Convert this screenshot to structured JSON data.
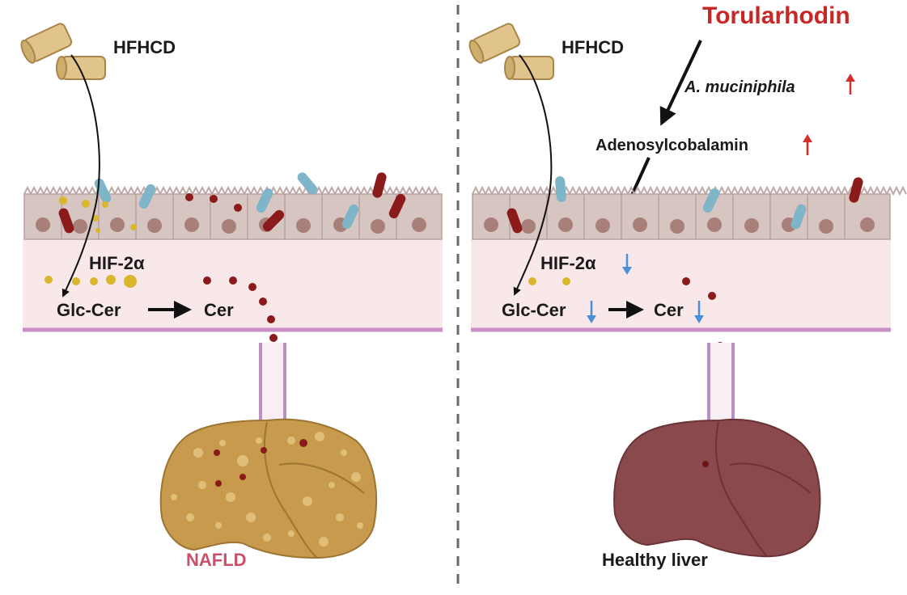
{
  "left_panel": {
    "diet_label": "HFHCD",
    "hif_label": "HIF-2α",
    "glc_cer_label": "Glc-Cer",
    "cer_label": "Cer",
    "outcome_label": "NAFLD"
  },
  "right_panel": {
    "treatment_label": "Torularhodin",
    "diet_label": "HFHCD",
    "bacteria_label": "A. muciniphila",
    "metabolite_label": "Adenosylcobalamin",
    "hif_label": "HIF-2α",
    "glc_cer_label": "Glc-Cer",
    "cer_label": "Cer",
    "outcome_label": "Healthy liver"
  },
  "colors": {
    "treatment_text": "#c62828",
    "nafld_text": "#c8506a",
    "up_arrow": "#d32f2f",
    "down_arrow": "#4a90d9",
    "epithelium": "#d7c5c2",
    "lamina": "#f8e8ea",
    "ceramide_dot": "#8b1a1a",
    "lipid_dot": "#d9b62c",
    "fatty_liver": "#c89a4e",
    "healthy_liver": "#8a4a4d"
  }
}
